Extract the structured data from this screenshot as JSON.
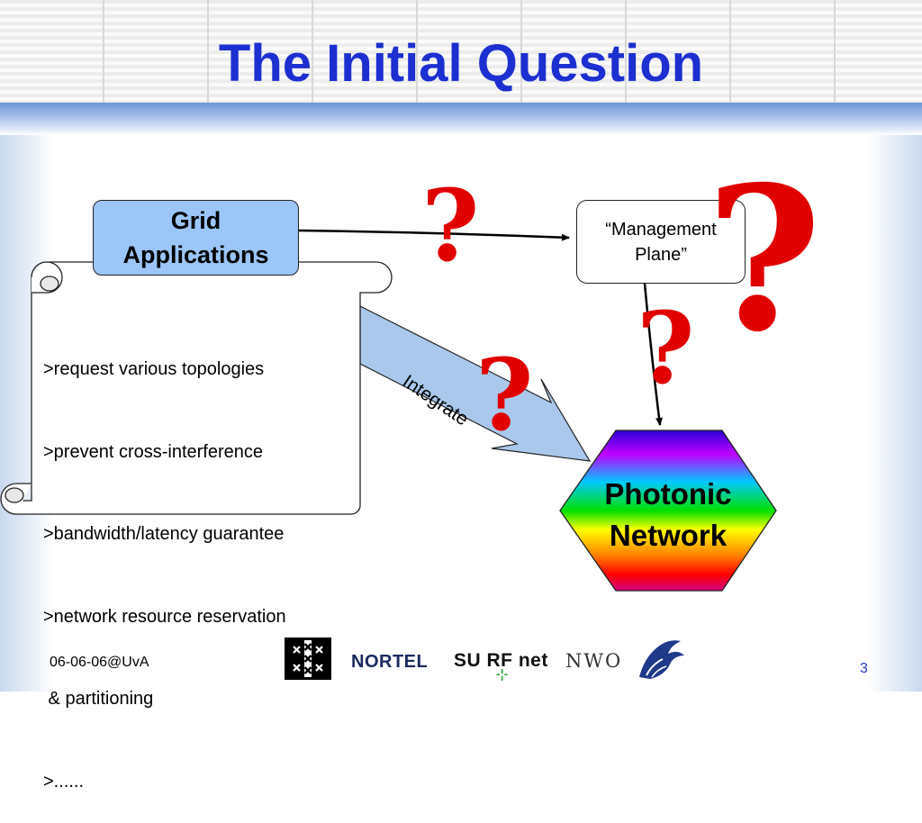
{
  "slide": {
    "title": "The Initial Question",
    "footer_date": "06-06-06@UvA",
    "page_number": "3"
  },
  "diagram": {
    "grid_applications": "Grid\nApplications",
    "management_plane": "“Management\nPlane”",
    "requirements": [
      ">request various topologies",
      ">prevent cross-interference",
      ">bandwidth/latency guarantee",
      ">network resource reservation",
      " & partitioning",
      ">......"
    ],
    "integrate_label": "Integrate",
    "photonic_network": "Photonic\nNetwork",
    "question_mark": "?"
  },
  "logos": {
    "nortel": "NORTEL",
    "surfnet": "SU RF net",
    "nwo": "NWO"
  },
  "colors": {
    "title": "#1c2fd0",
    "grid_box_fill": "#9cc6f8",
    "arrow_fill": "#a9c8ec",
    "question_mark": "#e00000"
  }
}
